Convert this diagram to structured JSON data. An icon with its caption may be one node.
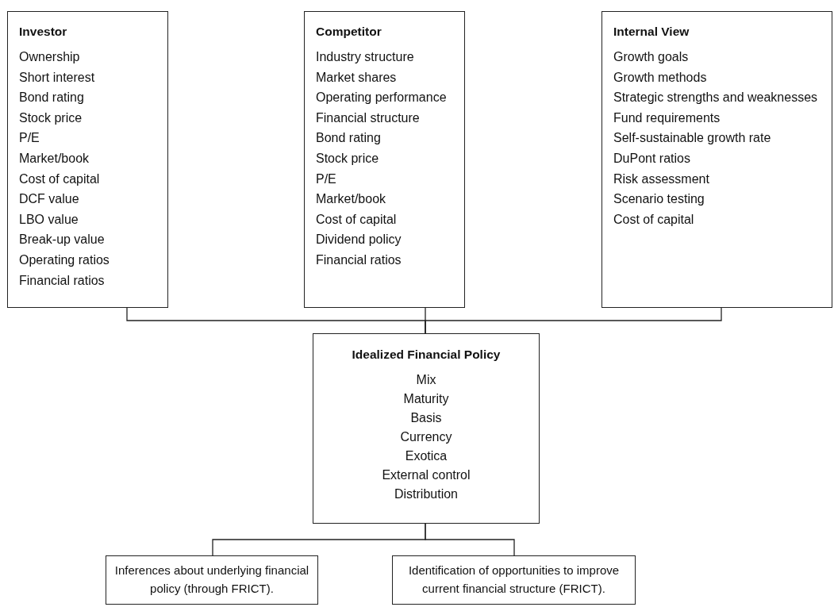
{
  "diagram": {
    "nodes": [
      {
        "text": [
          "Investor",
          "Ownership",
          "Short interest",
          "Bond rating",
          "Stock price",
          "P/E",
          "Market/book",
          "Cost of capital",
          "DCF value",
          "LBO value",
          "Break-up value",
          "Operating ratios",
          "Financial ratios"
        ]
      },
      {
        "text": [
          "Competitor",
          "Industry structure",
          "Market shares",
          "Operating performance",
          "Financial structure",
          "Bond rating",
          "Stock price",
          "P/E",
          "Market/book",
          "Cost of capital",
          "Dividend policy",
          "Financial ratios"
        ]
      },
      {
        "text": [
          "Internal View",
          "Growth goals",
          "Growth methods",
          "Strategic strengths and weaknesses",
          "Fund requirements",
          "Self-sustainable growth rate",
          "DuPont ratios",
          "Risk assessment",
          "Scenario testing",
          "Cost of capital"
        ]
      },
      {
        "text": [
          "Idealized Financial Policy",
          "Mix",
          "Maturity",
          "Basis",
          "Currency",
          "Exotica",
          "External control",
          "Distribution"
        ]
      },
      {
        "text": [
          "Inferences about underlying financial policy (through FRICT)."
        ]
      },
      {
        "text": [
          "Identification of opportunities to improve current financial structure (FRICT)."
        ]
      }
    ],
    "edges": [
      {
        "from": 0,
        "to": 3,
        "arrow": "none"
      },
      {
        "from": 1,
        "to": 3,
        "arrow": "none"
      },
      {
        "from": 2,
        "to": 3,
        "arrow": "none"
      },
      {
        "from": 3,
        "to": 4,
        "arrow": "none"
      },
      {
        "from": 3,
        "to": 5,
        "arrow": "none"
      }
    ]
  }
}
